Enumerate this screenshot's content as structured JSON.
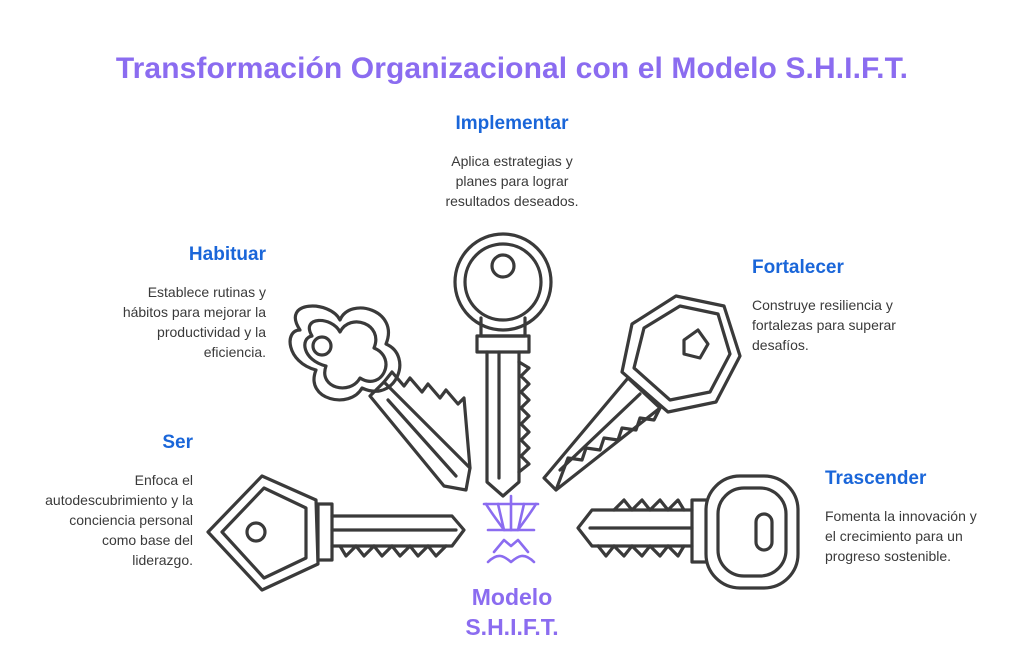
{
  "title": "Transformación Organizacional con el Modelo S.H.I.F.T.",
  "center": {
    "line1": "Modelo",
    "line2": "S.H.I.F.T.",
    "icon": "boat-icon"
  },
  "steps": {
    "implementar": {
      "label": "Implementar",
      "desc": "Aplica estrategias y\nplanes para lograr\nresultados deseados."
    },
    "habituar": {
      "label": "Habituar",
      "desc": "Establece rutinas y\nhábitos para mejorar la\nproductividad y la\neficiencia."
    },
    "fortalecer": {
      "label": "Fortalecer",
      "desc": "Construye resiliencia y\nfortalezas para superar\ndesafíos."
    },
    "ser": {
      "label": "Ser",
      "desc": "Enfoca el\nautodescubrimiento y la\nconciencia personal\ncomo base del\nliderazgo."
    },
    "trascender": {
      "label": "Trascender",
      "desc": "Fomenta la innovación y\nel crecimiento para un\nprogreso sostenible."
    }
  },
  "colors": {
    "title": "#8b6cf0",
    "label": "#1a66d9",
    "text": "#3a3a3a",
    "stroke": "#3a3a3a",
    "accent": "#8b6cf0"
  }
}
